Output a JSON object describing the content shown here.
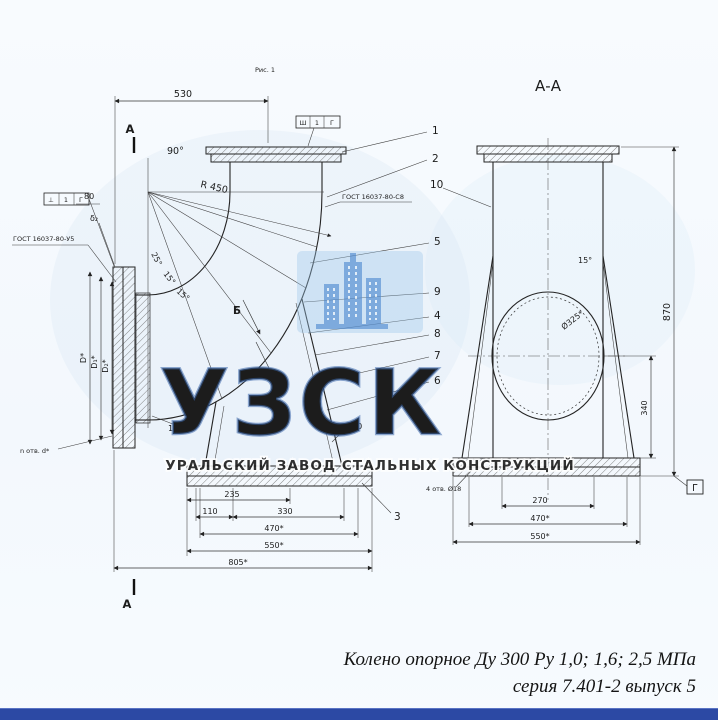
{
  "page": {
    "background": "#f6fafd",
    "footer_color": "#2c49a4",
    "watermark_blue": "#4d88cf"
  },
  "figure": {
    "fig_ref": "Рис. 1",
    "section_title": "А-А",
    "cut_label": "А",
    "view_b_label": "Б",
    "datum_g": "Г"
  },
  "welds": {
    "gost_top": "ГОСТ 16037-80-С8",
    "gost_left": "ГОСТ 16037-80-У5",
    "flag_top": [
      "Ш",
      "1",
      "Г"
    ],
    "flag_left": [
      "⊥",
      "1",
      "Г"
    ]
  },
  "main_view": {
    "dim_530": "530",
    "angle_90": "90°",
    "radius_450": "R 450",
    "angle_25": "25°",
    "angle_15a": "15°",
    "angle_15b": "15°",
    "dim_80": "80",
    "delta_2": "δ₂",
    "dia_d": "D*",
    "dia_d1": "D₁*",
    "dia_d2": "D₂*",
    "holes_note": "n отв. d*",
    "thk_left": "10",
    "thk_right": "10",
    "dim_235": "235",
    "dim_110": "110",
    "dim_330": "330",
    "dim_470": "470*",
    "dim_550": "550*",
    "dim_805": "805*"
  },
  "section_view": {
    "dia_hole": "Ø325*",
    "angle_15": "15°",
    "dim_870": "870",
    "dim_340": "340",
    "dim_270": "270",
    "dim_470": "470*",
    "dim_550": "550*",
    "holes_note": "4 отв. Ø18"
  },
  "callouts": [
    "1",
    "2",
    "5",
    "9",
    "4",
    "8",
    "7",
    "6",
    "10",
    "3"
  ],
  "watermark": {
    "acronym": "УЗСК",
    "company": "УРАЛЬСКИЙ ЗАВОД СТАЛЬНЫХ КОНСТРУКЦИЙ"
  },
  "caption": {
    "line1": "Колено опорное Ду 300 Ру 1,0; 1,6; 2,5 МПа",
    "line2": "серия 7.401-2 выпуск 5"
  }
}
